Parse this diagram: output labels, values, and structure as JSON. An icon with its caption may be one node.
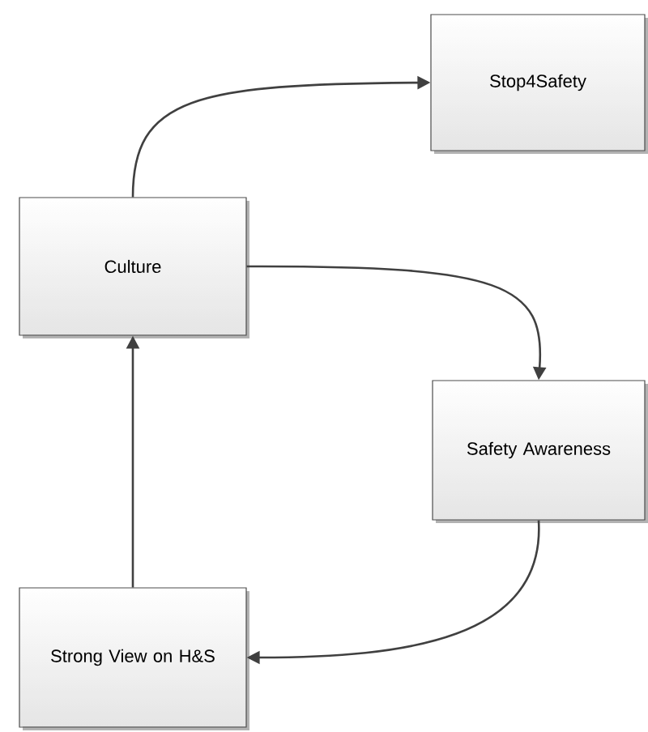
{
  "diagram": {
    "nodes": [
      {
        "text": [
          "Stop4Safety"
        ]
      },
      {
        "text": [
          "Culture"
        ]
      },
      {
        "text": [
          "Safety Awareness"
        ]
      },
      {
        "text": [
          "Strong View on H&S"
        ]
      }
    ],
    "edges": [
      {
        "from": 1,
        "to": 0,
        "arrow": "to"
      },
      {
        "from": 1,
        "to": 2,
        "arrow": "to"
      },
      {
        "from": 2,
        "to": 3,
        "arrow": "to"
      },
      {
        "from": 3,
        "to": 1,
        "arrow": "to"
      }
    ]
  }
}
